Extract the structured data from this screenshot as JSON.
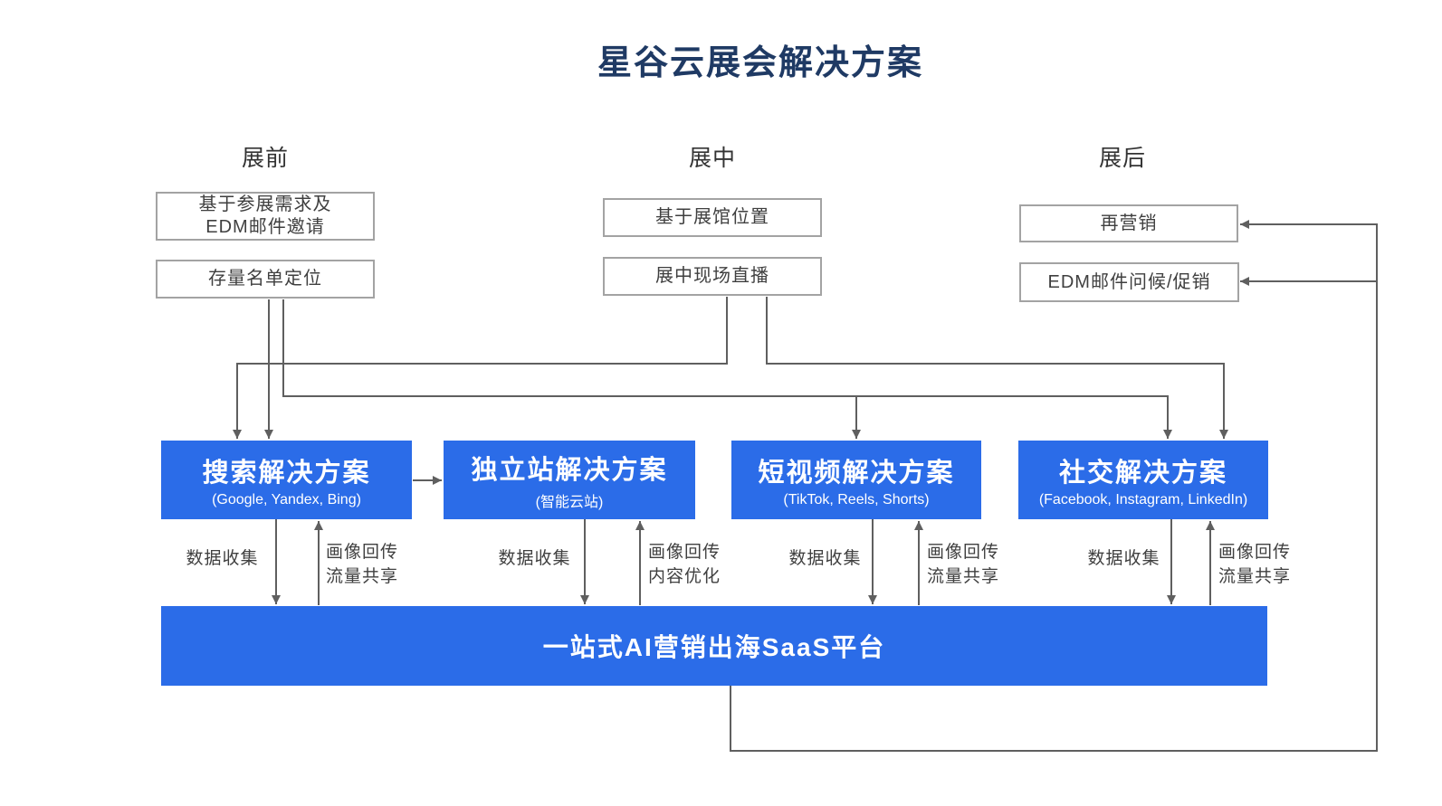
{
  "title": "星谷云展会解决方案",
  "colors": {
    "accent_blue": "#2b6ce8",
    "title_navy": "#1f3a64",
    "line_gray": "#5f5f5f",
    "box_border_gray": "#a3a3a3"
  },
  "phases": [
    {
      "label": "展前"
    },
    {
      "label": "展中"
    },
    {
      "label": "展后"
    }
  ],
  "pre_show": {
    "box1_line1": "基于参展需求及",
    "box1_line2": "EDM邮件邀请",
    "box2": "存量名单定位"
  },
  "mid_show": {
    "box1": "基于展馆位置",
    "box2": "展中现场直播"
  },
  "post_show": {
    "box1": "再营销",
    "box2": "EDM邮件问候/促销"
  },
  "solutions": [
    {
      "title": "搜索解决方案",
      "subtitle": "(Google, Yandex, Bing)"
    },
    {
      "title": "独立站解决方案",
      "subtitle": "(智能云站)"
    },
    {
      "title": "短视频解决方案",
      "subtitle": "(TikTok, Reels, Shorts)"
    },
    {
      "title": "社交解决方案",
      "subtitle": "(Facebook, Instagram, LinkedIn)"
    }
  ],
  "flows": [
    {
      "down": "数据收集",
      "up_line1": "画像回传",
      "up_line2": "流量共享"
    },
    {
      "down": "数据收集",
      "up_line1": "画像回传",
      "up_line2": "内容优化"
    },
    {
      "down": "数据收集",
      "up_line1": "画像回传",
      "up_line2": "流量共享"
    },
    {
      "down": "数据收集",
      "up_line1": "画像回传",
      "up_line2": "流量共享"
    }
  ],
  "platform": "一站式AI营销出海SaaS平台"
}
